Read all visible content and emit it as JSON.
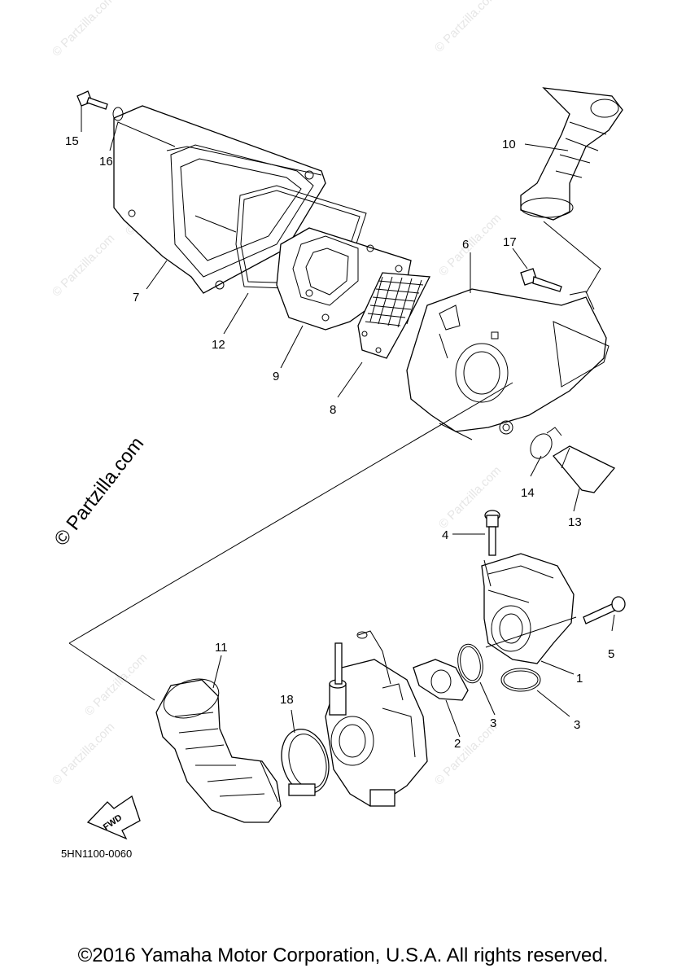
{
  "diagram_code": "5HN1100-0060",
  "copyright": "©2016 Yamaha Motor Corporation, U.S.A. All rights reserved.",
  "brand_watermark": "© Partzilla.com",
  "faint_watermark": "© Partzilla.com",
  "fwd_label": "FWD",
  "callouts": {
    "c1": "1",
    "c2": "2",
    "c3a": "3",
    "c3b": "3",
    "c4": "4",
    "c5": "5",
    "c6": "6",
    "c7": "7",
    "c8": "8",
    "c9": "9",
    "c10": "10",
    "c11": "11",
    "c12": "12",
    "c13": "13",
    "c14": "14",
    "c15": "15",
    "c16": "16",
    "c17": "17",
    "c18": "18"
  }
}
